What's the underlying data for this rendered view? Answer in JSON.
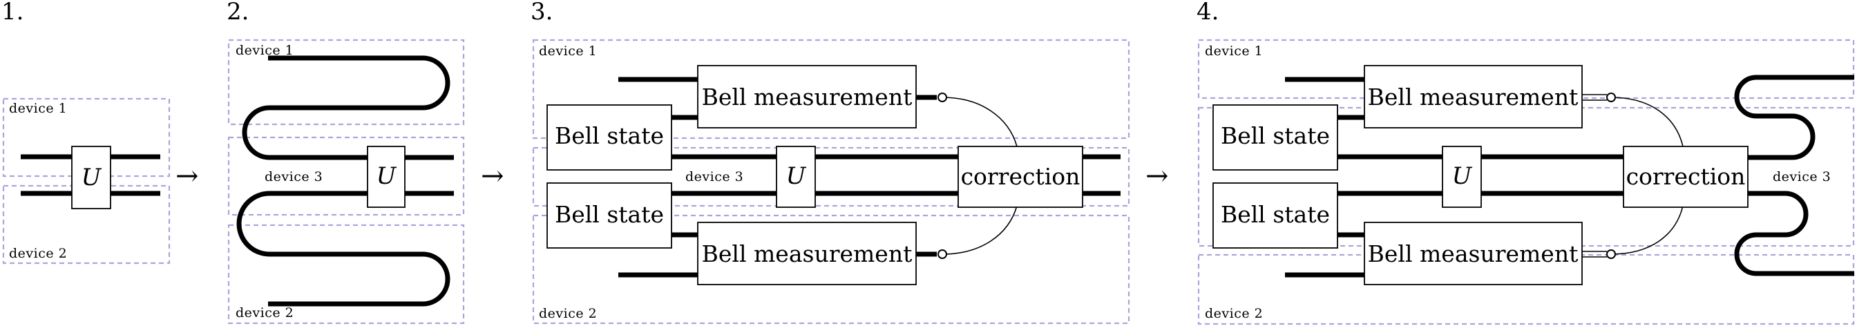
{
  "steps": {
    "s1": "1.",
    "s2": "2.",
    "s3": "3.",
    "s4": "4."
  },
  "arrow": "→",
  "labels": {
    "device1": "device 1",
    "device2": "device 2",
    "device3": "device 3",
    "unitary": "U",
    "bell_state": "Bell state",
    "bell_measurement": "Bell measurement",
    "correction": "correction"
  },
  "colors": {
    "device_border": "#a9a6de",
    "wire": "#000000"
  }
}
